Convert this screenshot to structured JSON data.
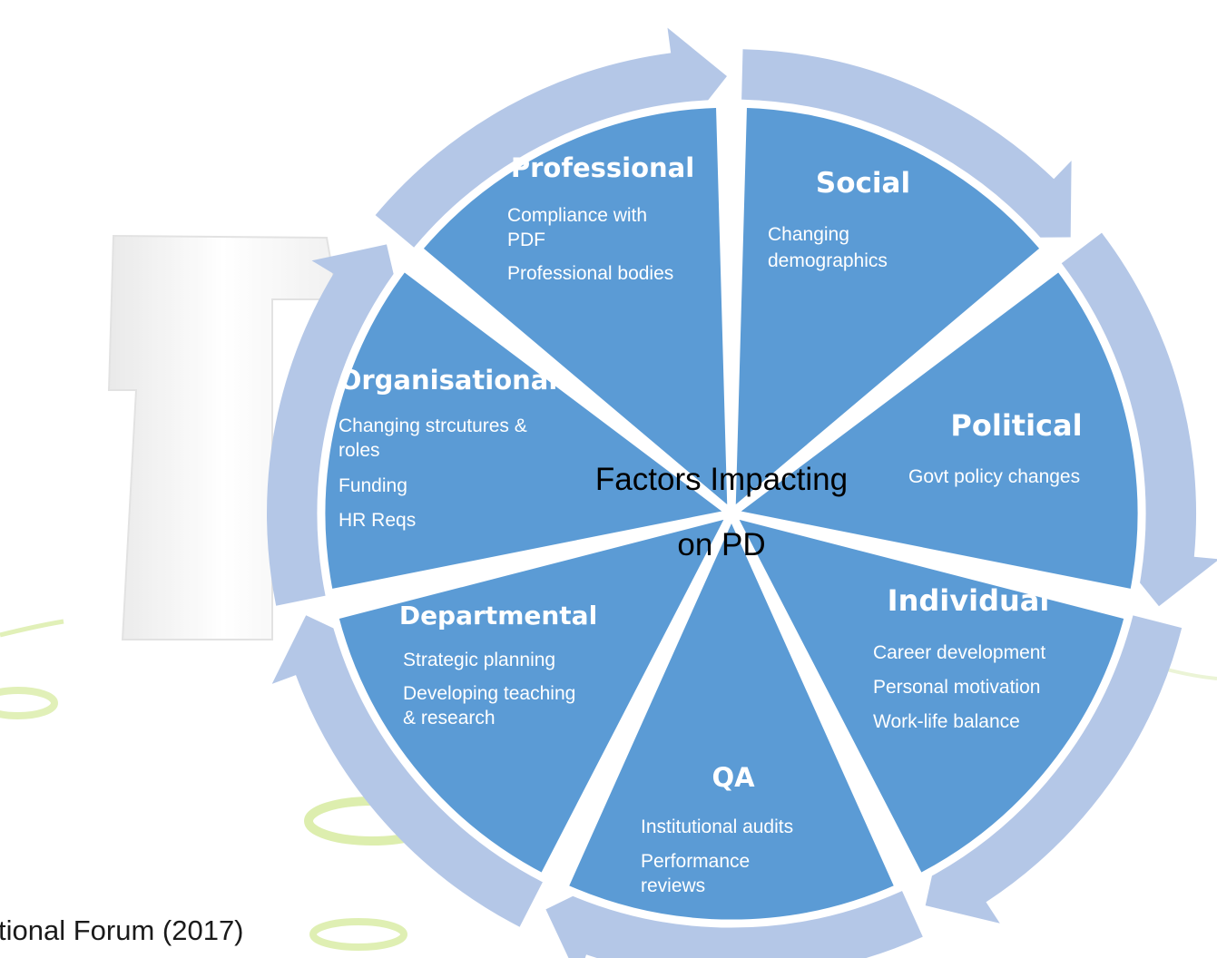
{
  "center": {
    "line1": "Factors Impacting",
    "line2": "on PD"
  },
  "segments": [
    {
      "title": "Professional",
      "items": [
        "Compliance with",
        "PDF",
        "Professional bodies"
      ]
    },
    {
      "title": "Social",
      "items": [
        "Changing",
        "demographics"
      ]
    },
    {
      "title": "Political",
      "items": [
        "Govt policy changes"
      ]
    },
    {
      "title": "Individual",
      "items": [
        "Career development",
        "Personal motivation",
        "Work-life balance"
      ]
    },
    {
      "title": "QA",
      "items": [
        "Institutional audits",
        "Performance",
        "reviews"
      ]
    },
    {
      "title": "Departmental",
      "items": [
        "Strategic planning",
        "Developing teaching",
        "& research"
      ]
    },
    {
      "title": "Organisational",
      "items": [
        "Changing strcutures &",
        "roles",
        "Funding",
        "HR Reqs"
      ]
    }
  ],
  "citation": "tional Forum (2017)",
  "colors": {
    "segment_fill": "#5b9bd5",
    "arrow_fill": "#b4c7e7",
    "background": "#ffffff",
    "decor_green": "#c4e07a"
  }
}
